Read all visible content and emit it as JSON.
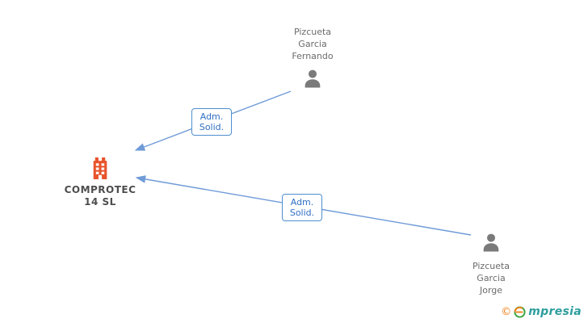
{
  "diagram": {
    "company": {
      "name": "COMPROTEC\n14 SL"
    },
    "persons": [
      {
        "name": "Pizcueta\nGarcia\nFernando"
      },
      {
        "name": "Pizcueta\nGarcia\nJorge"
      }
    ],
    "edges": [
      {
        "label": "Adm.\nSolid."
      },
      {
        "label": "Adm.\nSolid."
      }
    ],
    "colors": {
      "arrow": "#6f9bd8",
      "label_border": "#4f8fd0",
      "label_text": "#2f6fc4",
      "building_icon": "#e8542c",
      "person_icon": "#7a7a7a",
      "person_text": "#6b6b6b",
      "company_text": "#4d4d4d"
    }
  },
  "footer": {
    "copyright": "©",
    "brand": "mpresia"
  }
}
